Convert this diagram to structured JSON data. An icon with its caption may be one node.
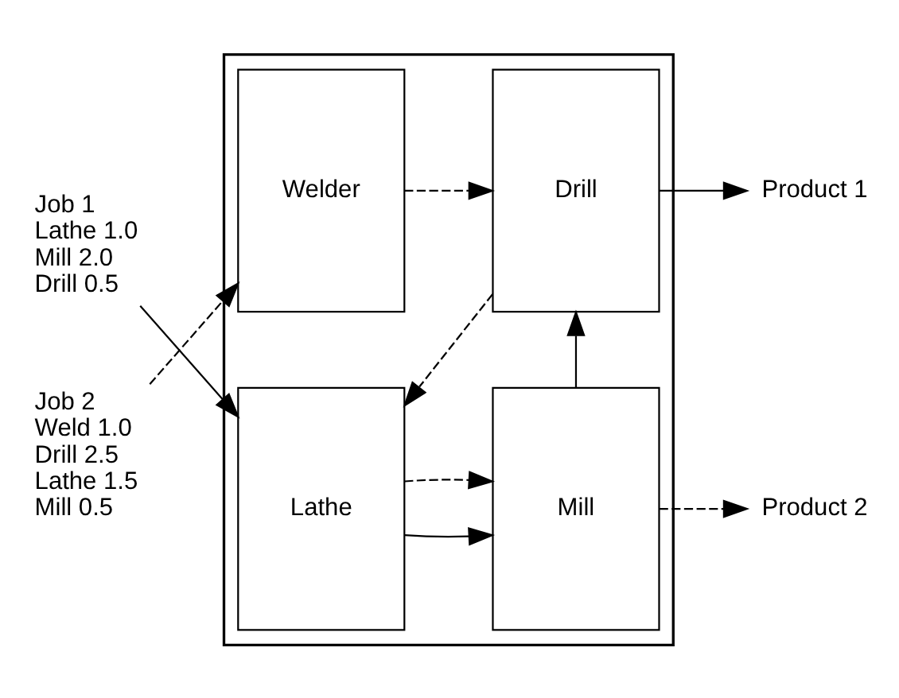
{
  "diagram": {
    "nodes": [
      {
        "text": [],
        "shape": "box"
      },
      {
        "text": [
          "Job 1",
          "Lathe 1.0",
          "Mill 2.0",
          "Drill 0.5"
        ]
      },
      {
        "text": [
          "Lathe"
        ],
        "in": 0
      },
      {
        "text": [
          "Drill"
        ],
        "in": 0
      },
      {
        "text": [
          "Product 1"
        ]
      },
      {
        "text": [
          "Job 2",
          "Weld 1.0",
          "Drill 2.5",
          "Lathe 1.5",
          "Mill 0.5"
        ]
      },
      {
        "text": [
          "Welder"
        ],
        "in": 0
      },
      {
        "text": [
          "Mill"
        ],
        "in": 0
      },
      {
        "text": [
          "Product 2"
        ]
      }
    ],
    "edges": [
      {
        "from": 1,
        "to": 2,
        "arrow": "to"
      },
      {
        "from": 3,
        "to": 2,
        "arrow": "to",
        "style": "dashed"
      },
      {
        "from": 3,
        "to": 4,
        "arrow": "to"
      },
      {
        "from": 2,
        "to": 7,
        "arrow": "to"
      },
      {
        "from": 2,
        "to": 7,
        "arrow": "to",
        "style": "dashed"
      },
      {
        "from": 6,
        "to": 3,
        "arrow": "to",
        "style": "dashed"
      },
      {
        "from": 7,
        "to": 3,
        "arrow": "to"
      },
      {
        "from": 5,
        "to": 6,
        "arrow": "to",
        "style": "dashed"
      },
      {
        "from": 7,
        "to": 8,
        "arrow": "to",
        "style": "dashed"
      }
    ]
  }
}
